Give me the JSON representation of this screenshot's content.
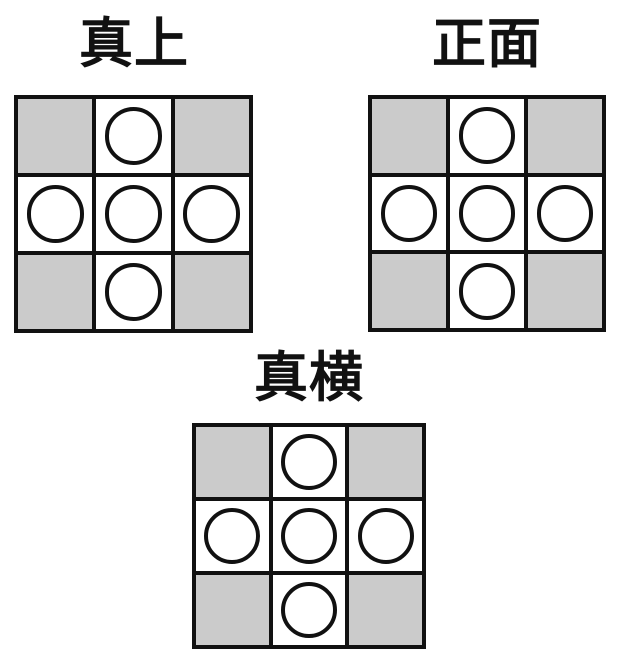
{
  "colors": {
    "background": "#ffffff",
    "line": "#111111",
    "shaded_cell": "#cbcbcb",
    "open_cell": "#ffffff"
  },
  "panels": [
    {
      "id": "top-view",
      "label": "真上",
      "grid": [
        [
          "shaded",
          "circle",
          "shaded"
        ],
        [
          "circle",
          "circle",
          "circle"
        ],
        [
          "shaded",
          "circle",
          "shaded"
        ]
      ]
    },
    {
      "id": "front-view",
      "label": "正面",
      "grid": [
        [
          "shaded",
          "circle",
          "shaded"
        ],
        [
          "circle",
          "circle",
          "circle"
        ],
        [
          "shaded",
          "circle",
          "shaded"
        ]
      ]
    },
    {
      "id": "side-view",
      "label": "真横",
      "grid": [
        [
          "shaded",
          "circle",
          "shaded"
        ],
        [
          "circle",
          "circle",
          "circle"
        ],
        [
          "shaded",
          "circle",
          "shaded"
        ]
      ]
    }
  ]
}
